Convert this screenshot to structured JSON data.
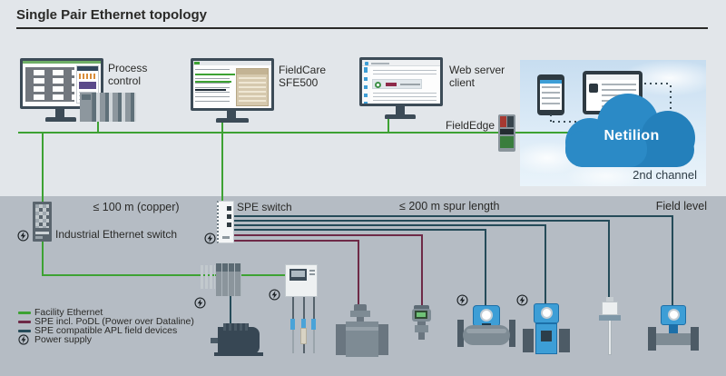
{
  "title": "Single Pair Ethernet topology",
  "colors": {
    "bgtop": "#e2e6ea",
    "bgband": "#b5bcc4",
    "ink": "#2a2a28",
    "green": "#3da233",
    "maroon": "#6e2a47",
    "navy": "#254b59",
    "cloud": "#2b8ac6",
    "clouddark": "#2480bb",
    "blue": "#3d9ed6",
    "bluedark": "#1c6fa8",
    "metal": "#7e8b94",
    "metaldark": "#5d6b75",
    "slate": "#3c4b57"
  },
  "nodes": {
    "process_control": {
      "label": "Process control"
    },
    "fieldcare": {
      "label": "FieldCare SFE500"
    },
    "web_server": {
      "label": "Web server client"
    },
    "fieldedge": {
      "label": "FieldEdge"
    },
    "netilion": {
      "label": "Netilion"
    },
    "second_channel": {
      "label": "2nd channel"
    },
    "industrial_switch": {
      "label": "Industrial Ethernet switch"
    },
    "spe_switch": {
      "label": "SPE switch"
    }
  },
  "annotations": {
    "copper_length": "≤ 100 m (copper)",
    "spur_length": "≤ 200 m spur length",
    "field_level": "Field level"
  },
  "legend": {
    "items": [
      {
        "swatch": "green",
        "label": "Facility Ethernet"
      },
      {
        "swatch": "maroon",
        "label": "SPE incl. PoDL (Power over Dataline)"
      },
      {
        "swatch": "navy",
        "label": "SPE compatible APL field devices"
      },
      {
        "swatch": "power-icon",
        "label": "Power supply"
      }
    ]
  },
  "icons": {
    "power": "lightning-bolt-in-circle",
    "devices": [
      "process-control-workstation",
      "plc-rack",
      "fieldcare-workstation",
      "web-client-workstation",
      "fieldedge-gateway",
      "smartphone",
      "tablet",
      "netilion-cloud",
      "industrial-ethernet-switch",
      "spe-switch",
      "remote-io",
      "motor",
      "liquid-analysis-transmitter",
      "analysis-probes",
      "valve",
      "pressure-transmitter",
      "coriolis-flowmeter",
      "electromagnetic-flowmeter",
      "level-probe",
      "vortex-flowmeter"
    ]
  }
}
